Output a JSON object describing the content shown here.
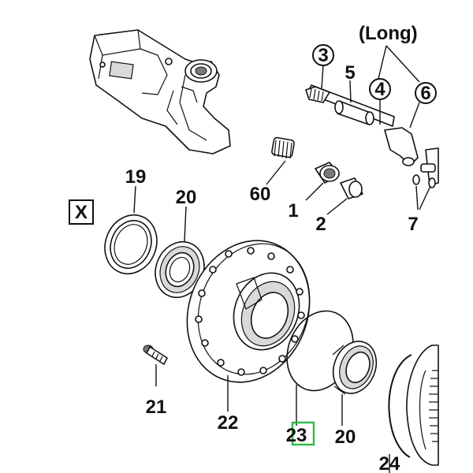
{
  "diagram": {
    "long_note": "(Long)",
    "section_marker": "X",
    "callouts": {
      "c1": "1",
      "c2": "2",
      "c3": "3",
      "c4": "4",
      "c5": "5",
      "c6": "6",
      "c7": "7",
      "c19": "19",
      "c20a": "20",
      "c20b": "20",
      "c21": "21",
      "c22": "22",
      "c23": "23",
      "c24": "24",
      "c60": "60"
    },
    "highlight_color": "#2db84a"
  }
}
